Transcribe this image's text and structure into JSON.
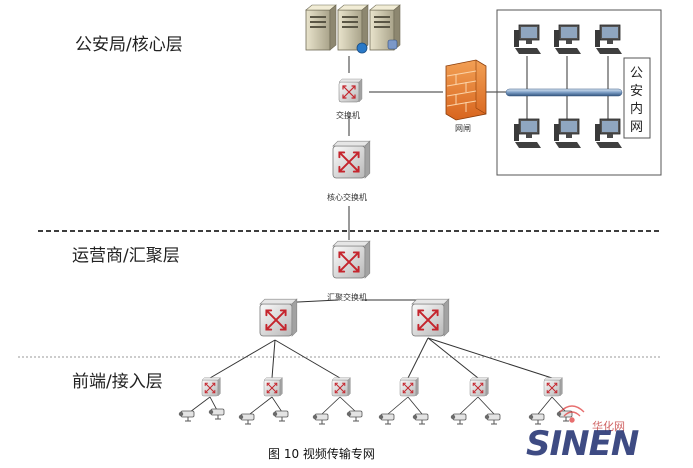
{
  "layers": {
    "core": "公安局/核心层",
    "aggregation": "运营商/汇聚层",
    "access": "前端/接入层"
  },
  "devices": {
    "switch": "交换机",
    "gateway": "网闸",
    "core_switch": "核心交换机",
    "aggregation_switch": "汇聚交换机"
  },
  "intranet": {
    "label_chars": [
      "公",
      "安",
      "内",
      "网"
    ]
  },
  "caption": "图  10 视频传输专网",
  "watermark": {
    "text": "华化网",
    "logo": "SINEN"
  }
}
